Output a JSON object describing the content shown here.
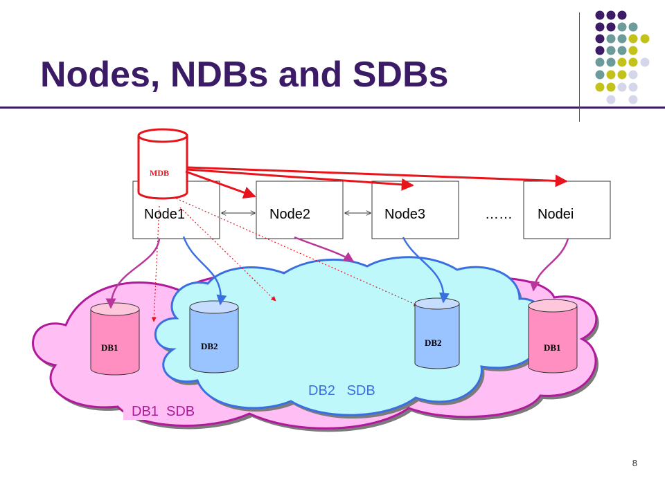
{
  "slide": {
    "title": "Nodes, NDBs and SDBs",
    "page_number": "8"
  },
  "diagram": {
    "mdb_label": "MDB",
    "nodes": [
      "Node1",
      "Node2",
      "Node3",
      "Nodei"
    ],
    "ellipsis": "……",
    "databases": [
      "DB1",
      "DB2",
      "DB2",
      "DB1"
    ],
    "sdb_labels": {
      "db1": "DB1  SDB",
      "db2": "DB2   SDB"
    }
  },
  "colors": {
    "title": "#3b1a66",
    "mdb": "#e8141b",
    "db1_cloud": "#ffbff5",
    "db1_cloud_border": "#b01a9a",
    "db2_cloud": "#bff8fa",
    "db2_cloud_border": "#3a6fe0",
    "db1_cylinder": "#ff8fc0",
    "db2_cylinder": "#99c4ff",
    "dot_purple": "#3b1a66",
    "dot_teal": "#6b9b9b",
    "dot_olive": "#c2c21b",
    "dot_lavender": "#d6d6ea"
  }
}
